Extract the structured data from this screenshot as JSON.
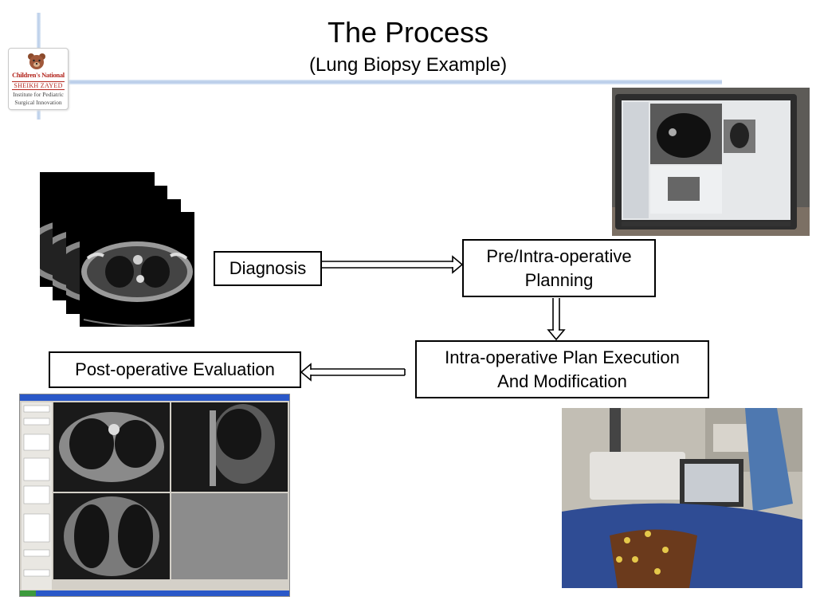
{
  "logo": {
    "line1": "Children's National",
    "line2": "SHEIKH ZAYED",
    "line3": "Institute for Pediatric",
    "line4": "Surgical Innovation",
    "icon": "teddy-bear-icon"
  },
  "header": {
    "title": "The Process",
    "subtitle": "(Lung Biopsy Example)"
  },
  "flow": {
    "diagnosis": "Diagnosis",
    "planning": {
      "line1": "Pre/Intra-operative",
      "line2": "Planning"
    },
    "execution": {
      "line1": "Intra-operative Plan Execution",
      "line2": "And Modification"
    },
    "evaluation": "Post-operative Evaluation"
  },
  "colors": {
    "accent_line": "#b9cde8",
    "logo_red": "#b3261e",
    "surgical_drape": "#3a4f9a"
  }
}
